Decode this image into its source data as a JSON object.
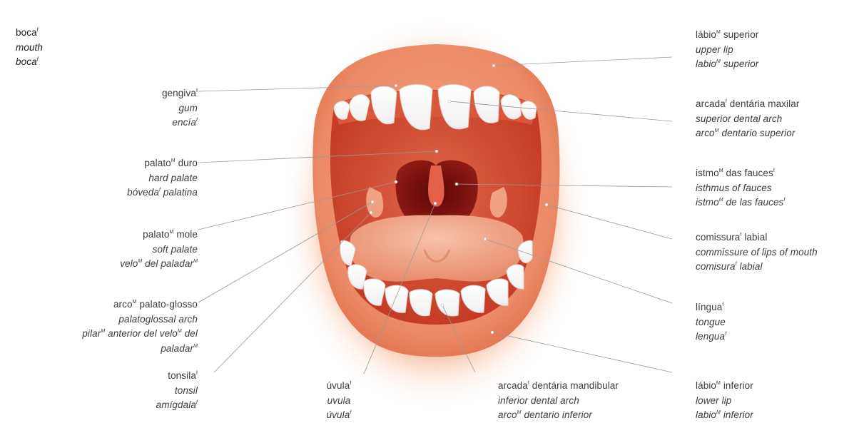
{
  "title": {
    "pt": "boca",
    "pt_gender": "f",
    "en": "mouth",
    "es": "boca",
    "es_gender": "f"
  },
  "labels": {
    "gengiva": {
      "pt": "gengiva",
      "pt_g": "f",
      "en": "gum",
      "es": "encía",
      "es_g": "f"
    },
    "palato_duro": {
      "pt": "palato",
      "pt_g": "M",
      "pt_rest": " duro",
      "en": "hard palate",
      "es": "bóveda",
      "es_g": "f",
      "es_rest": " palatina"
    },
    "palato_mole": {
      "pt": "palato",
      "pt_g": "M",
      "pt_rest": " mole",
      "en": "soft palate",
      "es": "velo",
      "es_g": "M",
      "es_rest": " del paladar",
      "es_g2": "M"
    },
    "arco_pg": {
      "pt": "arco",
      "pt_g": "M",
      "pt_rest": " palato-glosso",
      "en": "palatoglossal arch",
      "es": "pilar",
      "es_g": "M",
      "es_rest": " anterior del velo",
      "es_g2": "M",
      "es_rest2": " del",
      "es_line2": "paladar",
      "es_g3": "M"
    },
    "tonsila": {
      "pt": "tonsila",
      "pt_g": "f",
      "en": "tonsil",
      "es": "amígdala",
      "es_g": "f"
    },
    "uvula": {
      "pt": "úvula",
      "pt_g": "f",
      "en": "uvula",
      "es": "úvula",
      "es_g": "f"
    },
    "arcada_mand": {
      "pt": "arcada",
      "pt_g": "f",
      "pt_rest": " dentária mandibular",
      "en": "inferior dental arch",
      "es": "arco",
      "es_g": "M",
      "es_rest": " dentario inferior"
    },
    "labio_sup": {
      "pt": "lábio",
      "pt_g": "M",
      "pt_rest": " superior",
      "en": "upper lip",
      "es": "labio",
      "es_g": "M",
      "es_rest": " superior"
    },
    "arcada_max": {
      "pt": "arcada",
      "pt_g": "f",
      "pt_rest": " dentária maxilar",
      "en": "superior dental arch",
      "es": "arco",
      "es_g": "M",
      "es_rest": " dentario superior"
    },
    "istmo": {
      "pt": "istmo",
      "pt_g": "M",
      "pt_rest": " das fauces",
      "pt_g2": "f",
      "en": "isthmus of fauces",
      "es": "istmo",
      "es_g": "M",
      "es_rest": " de las fauces",
      "es_g2": "f"
    },
    "comissura": {
      "pt": "comissura",
      "pt_g": "f",
      "pt_rest": " labial",
      "en": "commissure of lips of mouth",
      "es": "comisura",
      "es_g": "f",
      "es_rest": " labial"
    },
    "lingua": {
      "pt": "língua",
      "pt_g": "f",
      "en": "tongue",
      "es": "lengua",
      "es_g": "f"
    },
    "labio_inf": {
      "pt": "lábio",
      "pt_g": "M",
      "pt_rest": " inferior",
      "en": "lower lip",
      "es": "labio",
      "es_g": "M",
      "es_rest": " inferior"
    }
  }
}
